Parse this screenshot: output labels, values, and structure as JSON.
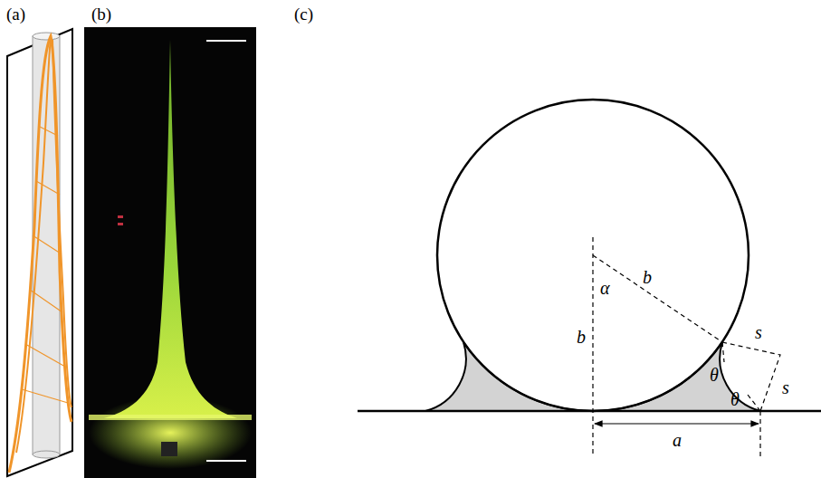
{
  "diagram": {
    "labels": [
      "(a)",
      "(b)",
      "(c)",
      "α",
      "b",
      "b",
      "s",
      "s",
      "θ",
      "θ",
      "a"
    ]
  }
}
